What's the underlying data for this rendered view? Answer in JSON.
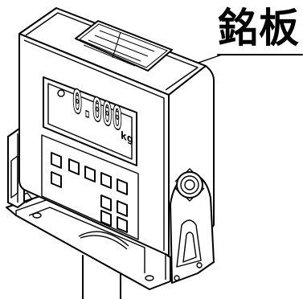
{
  "callout": {
    "label": "銘板"
  },
  "display": {
    "reading": "0.000",
    "unit": "kg"
  },
  "colors": {
    "line": "#000000",
    "background": "#ffffff"
  }
}
